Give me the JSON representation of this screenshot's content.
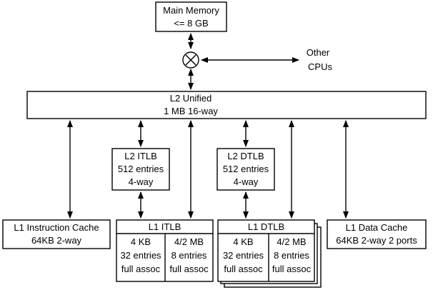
{
  "main_memory": {
    "line1": "Main Memory",
    "line2": "<= 8 GB"
  },
  "other_cpus": {
    "line1": "Other",
    "line2": "CPUs"
  },
  "l2_unified": {
    "line1": "L2 Unified",
    "line2": "1 MB 16-way"
  },
  "l2_itlb": {
    "line1": "L2 ITLB",
    "line2": "512 entries",
    "line3": "4-way"
  },
  "l2_dtlb": {
    "line1": "L2 DTLB",
    "line2": "512 entries",
    "line3": "4-way"
  },
  "l1_icache": {
    "line1": "L1 Instruction Cache",
    "line2": "64KB 2-way"
  },
  "l1_itlb": {
    "title": "L1 ITLB",
    "left": {
      "line1": "4 KB",
      "line2": "32 entries",
      "line3": "full assoc"
    },
    "right": {
      "line1": "4/2 MB",
      "line2": "8 entries",
      "line3": "full assoc"
    }
  },
  "l1_dtlb": {
    "title": "L1 DTLB",
    "left": {
      "line1": "4 KB",
      "line2": "32 entries",
      "line3": "full assoc"
    },
    "right": {
      "line1": "4/2 MB",
      "line2": "8 entries",
      "line3": "full assoc"
    }
  },
  "l1_dcache": {
    "line1": "L1 Data Cache",
    "line2": "64KB 2-way 2 ports"
  },
  "colors": {
    "stroke": "#000000",
    "fill": "#ffffff"
  }
}
